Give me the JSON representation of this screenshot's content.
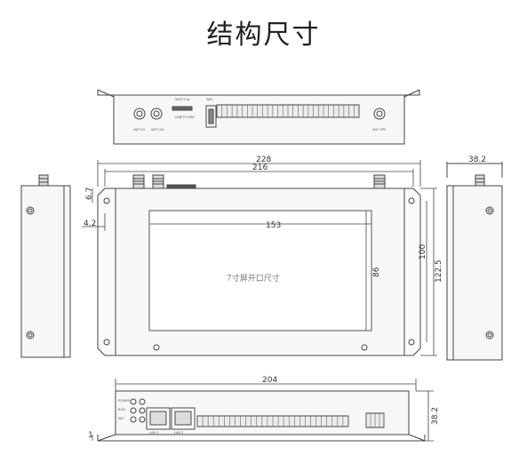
{
  "title": "结构尺寸",
  "dimensions": {
    "total_width": "228",
    "bracket_width": "216",
    "depth_side": "38.2",
    "tab_height": "6.7",
    "hole_offset": "4.2",
    "screen_width": "153",
    "screen_height": "86",
    "height_inner": "100",
    "height_total": "122.5",
    "bottom_width": "204",
    "bottom_depth": "38.2",
    "bottom_offset": "1"
  },
  "screen_label": "7寸屏开口尺寸"
}
